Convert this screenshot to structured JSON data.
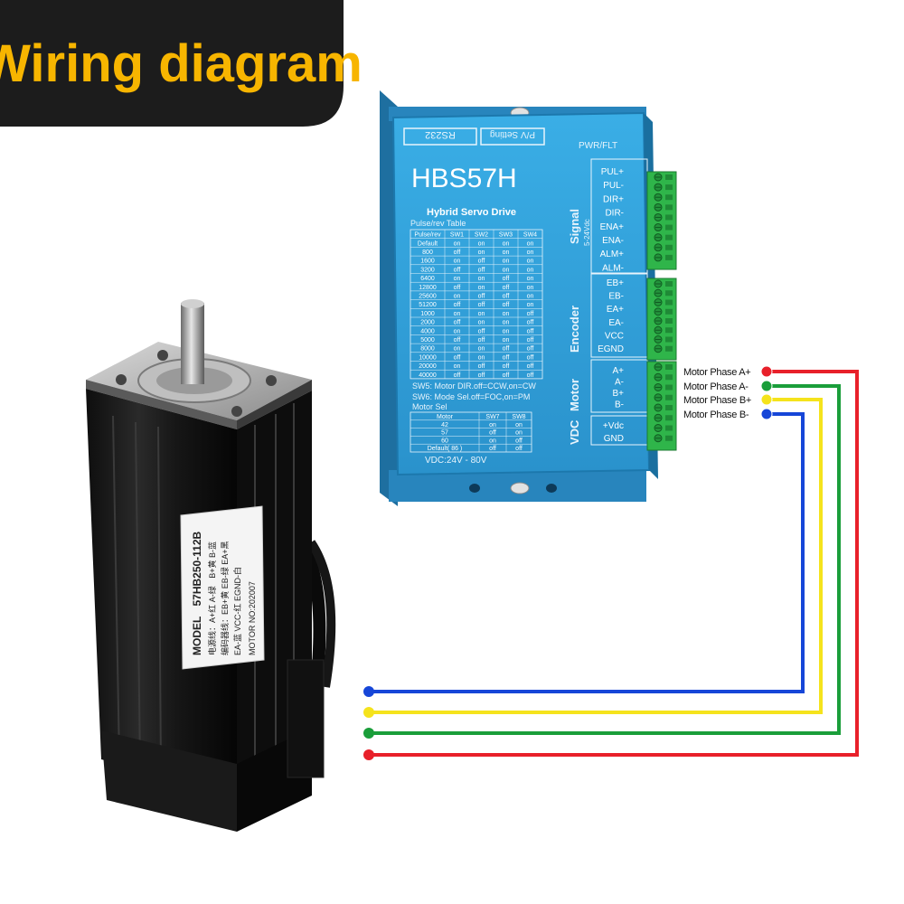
{
  "banner": {
    "title": "Wiring diagram"
  },
  "drive": {
    "model": "HBS57H",
    "subtitle": "Hybrid Servo Drive",
    "rs232": "RS232",
    "pr_setting": "P/V Setting",
    "pwr_flt": "PWR/FLT",
    "signal_label": "Signal",
    "signal_voltage": "5-24Vdc",
    "encoder_label": "Encoder",
    "motor_label": "Motor",
    "vdc_label": "VDC",
    "vdc_range": "VDC:24V - 80V",
    "sw5_note": "SW5: Motor DIR.off=CCW,on=CW",
    "sw6_note": "SW6: Mode Sel.off=FOC,on=PM",
    "motor_sel_title": "Motor Sel"
  },
  "pulse_table": {
    "title": "Pulse/rev Table",
    "headers": [
      "Pulse/rev",
      "SW1",
      "SW2",
      "SW3",
      "SW4"
    ],
    "rows": [
      [
        "Default",
        "on",
        "on",
        "on",
        "on"
      ],
      [
        "800",
        "off",
        "on",
        "on",
        "on"
      ],
      [
        "1600",
        "on",
        "off",
        "on",
        "on"
      ],
      [
        "3200",
        "off",
        "off",
        "on",
        "on"
      ],
      [
        "6400",
        "on",
        "on",
        "off",
        "on"
      ],
      [
        "12800",
        "off",
        "on",
        "off",
        "on"
      ],
      [
        "25600",
        "on",
        "off",
        "off",
        "on"
      ],
      [
        "51200",
        "off",
        "off",
        "off",
        "on"
      ],
      [
        "1000",
        "on",
        "on",
        "on",
        "off"
      ],
      [
        "2000",
        "off",
        "on",
        "on",
        "off"
      ],
      [
        "4000",
        "on",
        "off",
        "on",
        "off"
      ],
      [
        "5000",
        "off",
        "off",
        "on",
        "off"
      ],
      [
        "8000",
        "on",
        "on",
        "off",
        "off"
      ],
      [
        "10000",
        "off",
        "on",
        "off",
        "off"
      ],
      [
        "20000",
        "on",
        "off",
        "off",
        "off"
      ],
      [
        "40000",
        "off",
        "off",
        "off",
        "off"
      ]
    ]
  },
  "motor_table": {
    "headers": [
      "Motor",
      "SW7",
      "SW8"
    ],
    "rows": [
      [
        "42",
        "on",
        "on"
      ],
      [
        "57",
        "off",
        "on"
      ],
      [
        "60",
        "on",
        "off"
      ],
      [
        "Default( 86 )",
        "off",
        "off"
      ]
    ]
  },
  "terminals": {
    "signal": [
      "PUL+",
      "PUL-",
      "DIR+",
      "DIR-",
      "ENA+",
      "ENA-",
      "ALM+",
      "ALM-"
    ],
    "encoder": [
      "EB+",
      "EB-",
      "EA+",
      "EA-",
      "VCC",
      "EGND"
    ],
    "motor": [
      "A+",
      "A-",
      "B+",
      "B-"
    ],
    "power": [
      "+Vdc",
      "GND"
    ]
  },
  "wires": [
    {
      "label": "Motor Phase A+",
      "color": "#e8202a"
    },
    {
      "label": "Motor Phase A-",
      "color": "#1a9e3a"
    },
    {
      "label": "Motor Phase B+",
      "color": "#f5e31c"
    },
    {
      "label": "Motor Phase B-",
      "color": "#1646d8"
    }
  ],
  "motor_label": {
    "model_prefix": "MODEL",
    "model": "57HB250-112B",
    "line1": "电源线：A+红 A-绿",
    "line2": "B+黄 B-蓝",
    "line3": "编码器线：EB+黄 EB-绿 EA+黑",
    "line4": "EA-蓝 VCC-红 EGND-白",
    "motor_no": "MOTOR NO:202007"
  },
  "colors": {
    "banner_bg": "#1c1c1c",
    "banner_text": "#f7b500",
    "drive_body": "#2f9fd8",
    "drive_dark": "#1f7fb8",
    "terminal_green": "#2fb54a"
  }
}
